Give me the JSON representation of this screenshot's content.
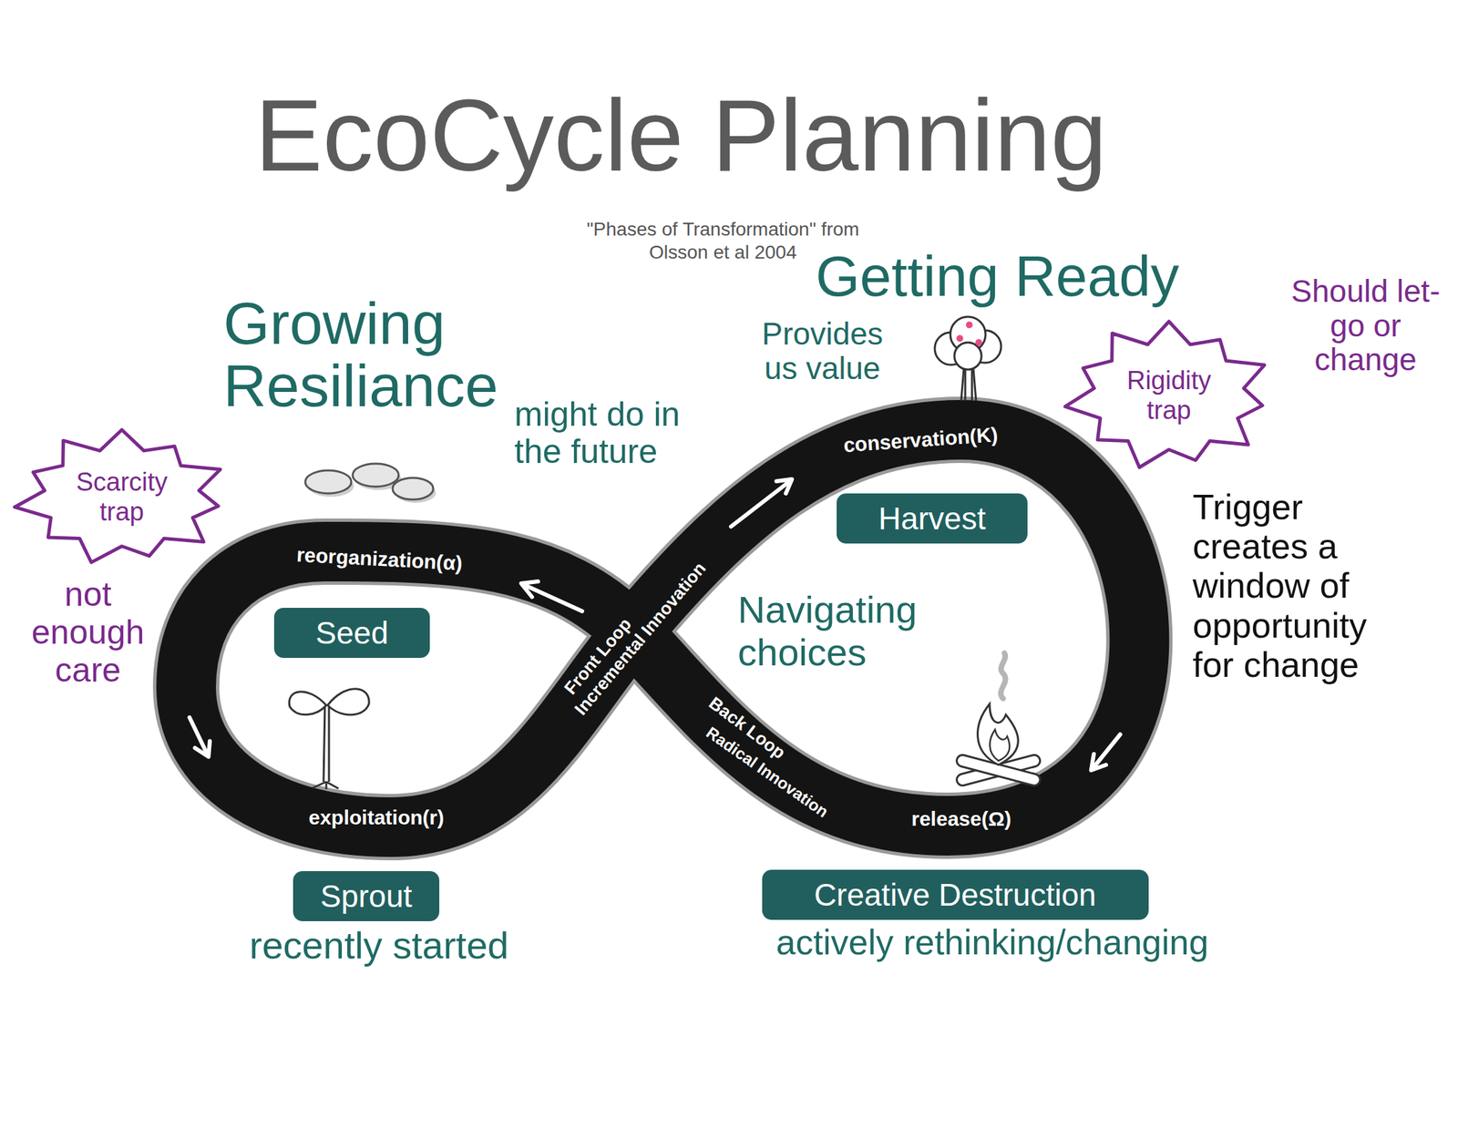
{
  "diagram": {
    "title": "EcoCycle Planning",
    "nodes": [
      {
        "text": [
          "Scarcity trap"
        ]
      },
      {
        "text": [
          "Rigidity trap"
        ]
      },
      {
        "text": [
          "Harvest"
        ]
      },
      {
        "text": [
          "Seed"
        ]
      },
      {
        "text": [
          "Sprout",
          "recently started"
        ]
      },
      {
        "text": [
          "Creative Destruction",
          "actively rethinking/changing"
        ]
      }
    ],
    "labels": [
      "\"Phases of Transformation\" from Olsson et al 2004",
      "Growing Resiliance",
      "might do in the future",
      "Getting Ready",
      "Provides us value",
      "Should let-go or change",
      "not enough care",
      "Trigger creates a window of opportunity for change",
      "reorganization(α)",
      "conservation(K)",
      "Front Loop",
      "Incremental Innovation",
      "Navigating choices",
      "Back Loop",
      "Radical Innovation",
      "exploitation(r)",
      "release(Ω)"
    ]
  }
}
